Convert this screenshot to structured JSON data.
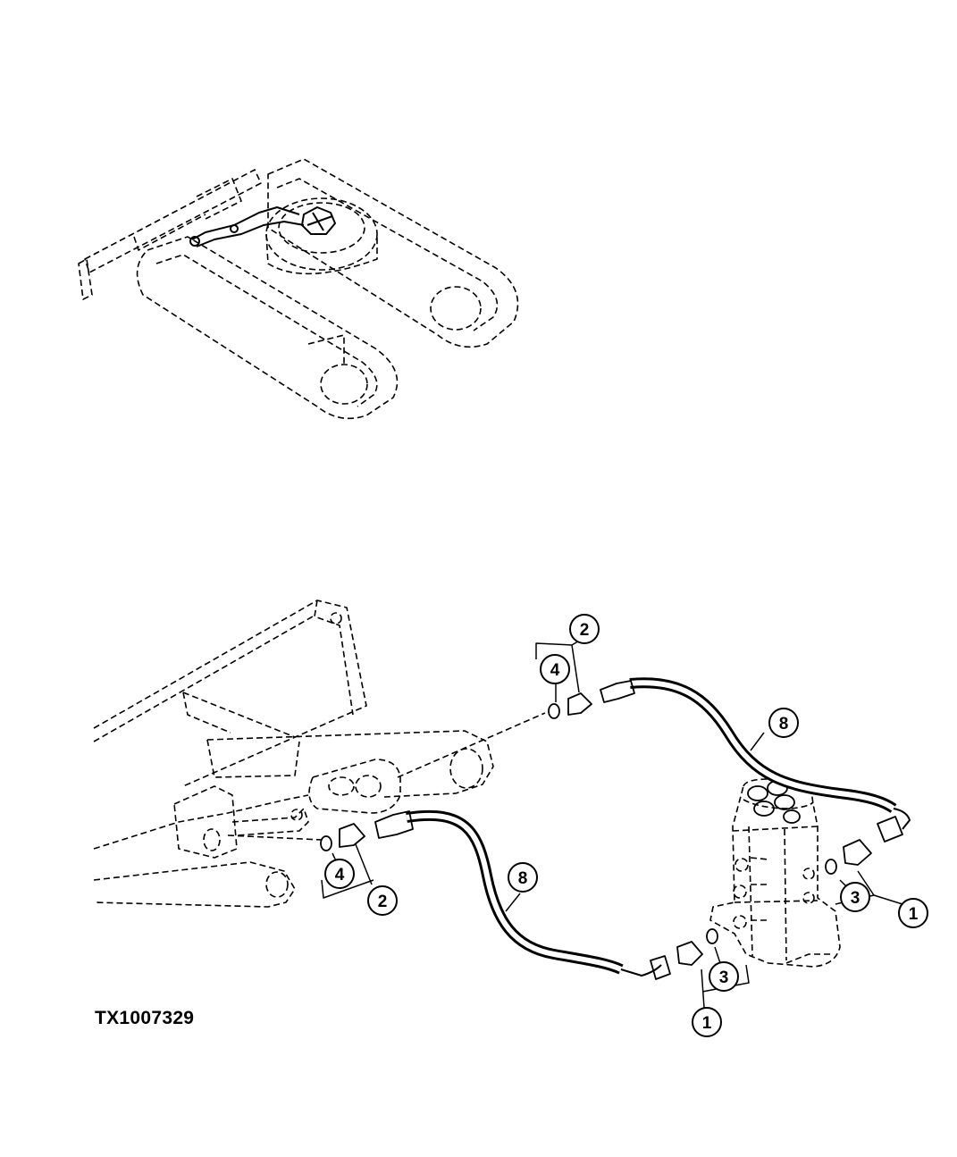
{
  "figure_id": "TX1007329",
  "callouts": [
    {
      "id": "c1a",
      "label": "2"
    },
    {
      "id": "c1b",
      "label": "4"
    },
    {
      "id": "c1c",
      "label": "8"
    },
    {
      "id": "c1d",
      "label": "4"
    },
    {
      "id": "c1e",
      "label": "2"
    },
    {
      "id": "c1f",
      "label": "8"
    },
    {
      "id": "c1g",
      "label": "3"
    },
    {
      "id": "c1h",
      "label": "1"
    },
    {
      "id": "c1i",
      "label": "3"
    },
    {
      "id": "c1j",
      "label": "1"
    }
  ],
  "colors": {
    "line": "#000000",
    "background": "#ffffff"
  }
}
